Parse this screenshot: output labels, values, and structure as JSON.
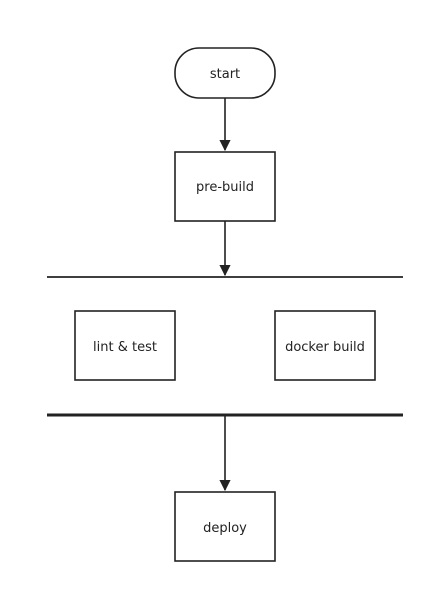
{
  "colors": {
    "background": "#ffffff",
    "stroke": "#222222",
    "text": "#222222"
  },
  "nodes": {
    "start": {
      "label": "start",
      "shape": "terminator"
    },
    "pre_build": {
      "label": "pre-build",
      "shape": "process"
    },
    "lint_test": {
      "label": "lint & test",
      "shape": "process"
    },
    "docker_build": {
      "label": "docker build",
      "shape": "process"
    },
    "deploy": {
      "label": "deploy",
      "shape": "process"
    }
  },
  "bars": {
    "fork": {
      "kind": "fork"
    },
    "join": {
      "kind": "join"
    }
  },
  "edges": [
    {
      "from": "start",
      "to": "pre_build",
      "arrow": true
    },
    {
      "from": "pre_build",
      "to": "fork",
      "arrow": true
    },
    {
      "from": "join",
      "to": "deploy",
      "arrow": true
    }
  ]
}
